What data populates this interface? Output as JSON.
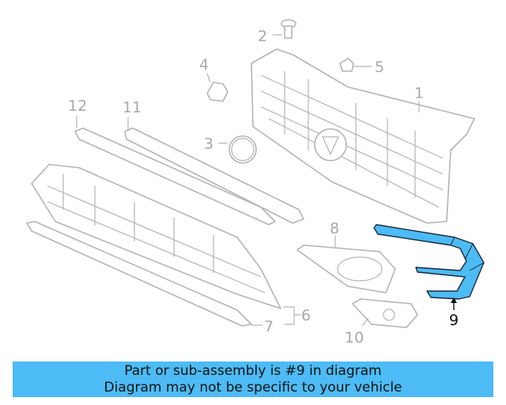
{
  "diagram": {
    "callouts": {
      "p1": "1",
      "p2": "2",
      "p3": "3",
      "p4": "4",
      "p5": "5",
      "p6": "6",
      "p7": "7",
      "p8": "8",
      "p9": "9",
      "p10": "10",
      "p11": "11",
      "p12": "12"
    },
    "highlighted_part": "9",
    "colors": {
      "highlight": "#4dbbf5",
      "line_art": "#b4b4b4",
      "banner": "#4dbbf5"
    }
  },
  "banner": {
    "line1": "Part or sub-assembly is #9 in diagram",
    "line2": "Diagram may not be specific to your vehicle"
  }
}
